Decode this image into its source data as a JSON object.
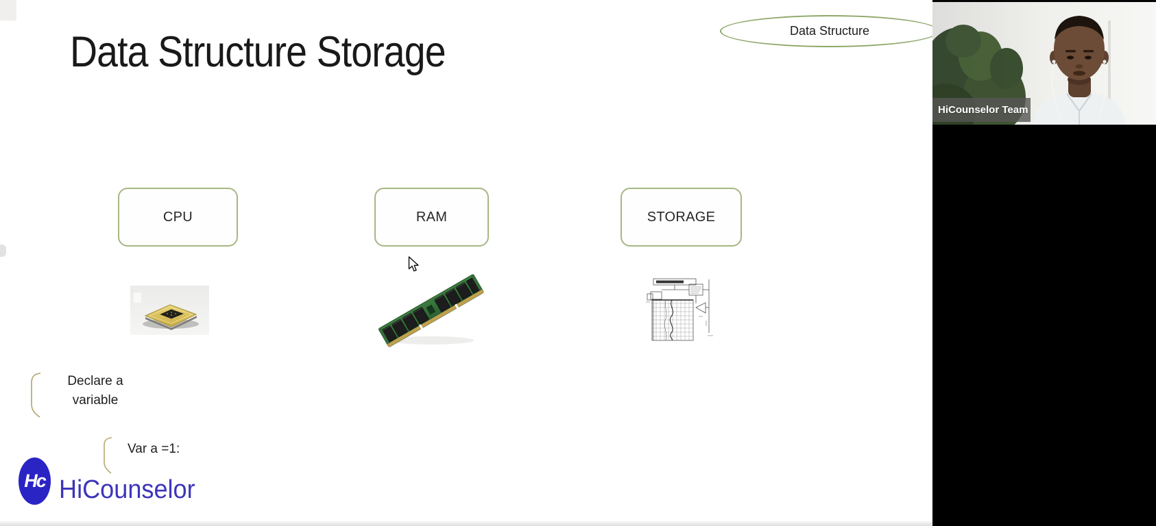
{
  "slide": {
    "title": "Data Structure Storage",
    "topic_ellipse": {
      "label": "Data Structure"
    },
    "boxes": [
      {
        "label": "CPU"
      },
      {
        "label": "RAM"
      },
      {
        "label": "STORAGE"
      }
    ],
    "declare_note": {
      "line1": "Declare a",
      "line2": "variable"
    },
    "var_note": {
      "label": "Var a =1:"
    },
    "logo": {
      "monogram": "Hc",
      "wordmark": "HiCounselor"
    }
  },
  "webcam": {
    "name_tag": "HiCounselor Team"
  },
  "icons": {
    "cpu_image": "cpu-chip-photo",
    "ram_image": "ram-module-photo",
    "storage_image": "chart-recorder-diagram",
    "cursor": "mouse-arrow-cursor",
    "brackets": "gold-left-bracket"
  },
  "colors": {
    "box_border": "#a6b784",
    "ellipse_border": "#8ea768",
    "bracket_gold": "#b5aa74",
    "logo_blue": "#3c35bb",
    "logo_circle_blue": "#2b24c4",
    "name_tag_bg": "rgba(86,86,84,0.8)",
    "letterbox_black": "#000000"
  }
}
